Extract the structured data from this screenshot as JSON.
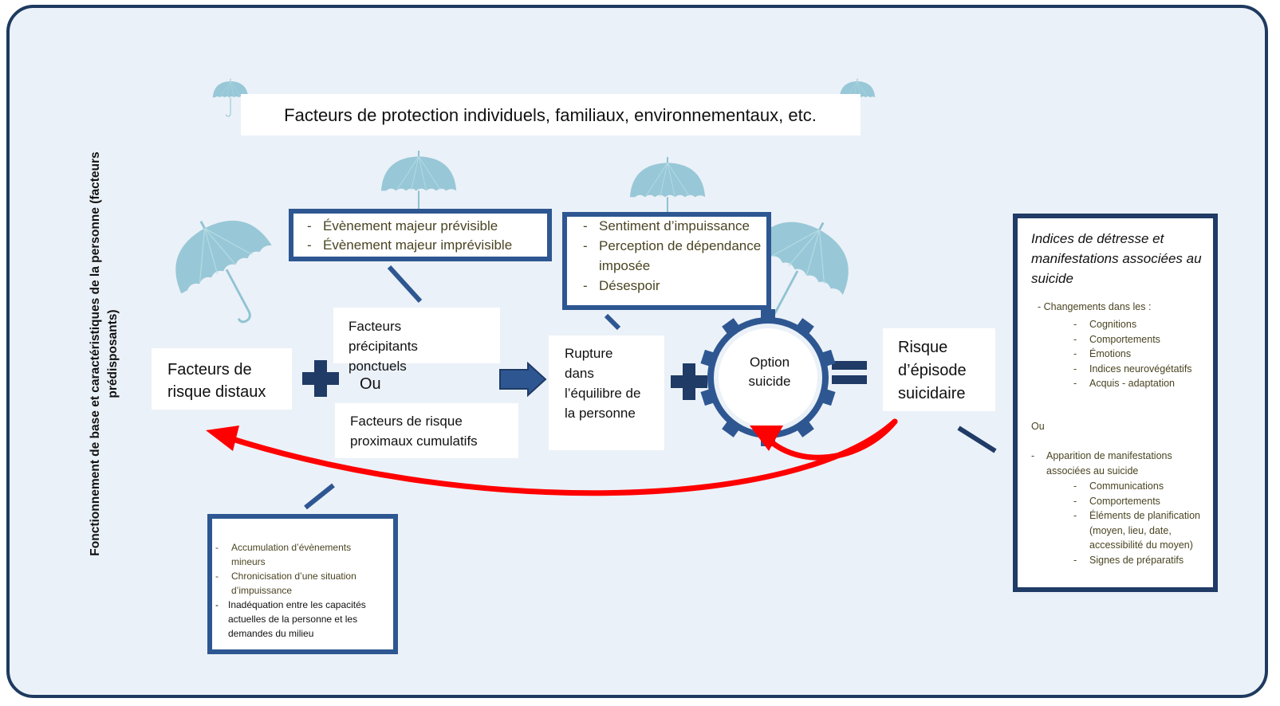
{
  "title": "Facteurs de protection individuels, familiaux, environnementaux, etc.",
  "side_label": "Fonctionnement de base et caractéristiques de la personne (facteurs prédisposants)",
  "distal": "Facteurs de risque distaux",
  "precipitating": {
    "label": "Facteurs précipitants ponctuels",
    "or": "Ou",
    "proximal": "Facteurs de risque proximaux cumulatifs",
    "events": [
      "Évènement majeur prévisible",
      "Évènement majeur imprévisible"
    ],
    "cumulative": [
      "Accumulation d’évènements mineurs",
      "Chronicisation d’une situation d’impuissance",
      "Inadéquation entre les capacités actuelles de la personne et les demandes du milieu"
    ]
  },
  "rupture": {
    "label": "Rupture dans l’équilibre de la personne",
    "items": [
      "Sentiment d’impuissance",
      "Perception de dépendance imposée",
      "Désespoir"
    ]
  },
  "option": "Option suicide",
  "risk": "Risque d’épisode suicidaire",
  "indices": {
    "title": "Indices de détresse et manifestations associées au suicide",
    "changes_heading": "- Changements dans les :",
    "changes": [
      "Cognitions",
      "Comportements",
      "Émotions",
      "Indices neurovégétatifs",
      "Acquis - adaptation"
    ],
    "or": "Ou",
    "manifest_heading": "Apparition de manifestations associées au suicide",
    "manifest": [
      "Communications",
      "Comportements",
      "Éléments de planification (moyen, lieu, date, accessibilité du moyen)",
      "Signes de préparatifs"
    ]
  },
  "colors": {
    "frame": "#1e3a5f",
    "box_border": "#2e5792",
    "umbrella": "#8fc3d3",
    "arrow": "#ff0000",
    "symbol": "#1f3b66"
  },
  "icons": [
    "umbrella-icon",
    "plus-icon",
    "arrow-right-icon",
    "gear-icon",
    "equals-icon",
    "curved-arrow-icon"
  ]
}
